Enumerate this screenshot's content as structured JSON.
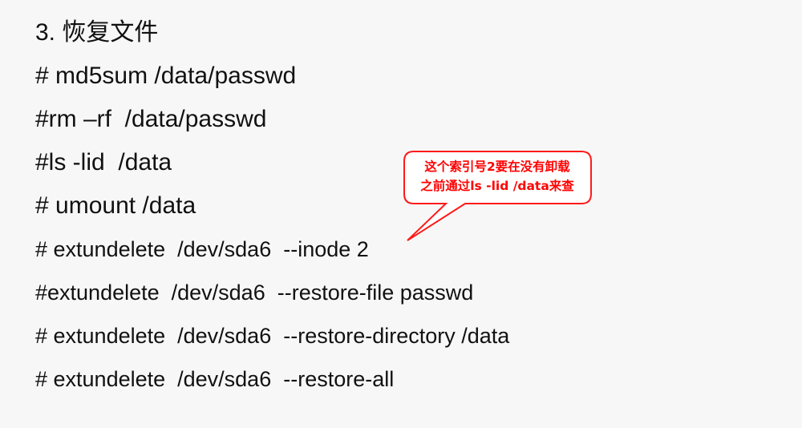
{
  "slide": {
    "title": "3. 恢复文件",
    "commands": [
      "# md5sum /data/passwd",
      "#rm –rf  /data/passwd",
      "#ls -lid  /data",
      "# umount /data",
      "# extundelete  /dev/sda6  --inode 2",
      "#extundelete  /dev/sda6  --restore-file passwd",
      "# extundelete  /dev/sda6  --restore-directory /data",
      "# extundelete  /dev/sda6  --restore-all"
    ],
    "callout": {
      "line1": "这个索引号2要在没有卸载",
      "line2": "之前通过ls -lid /data来查",
      "color": "#ff0000"
    }
  }
}
